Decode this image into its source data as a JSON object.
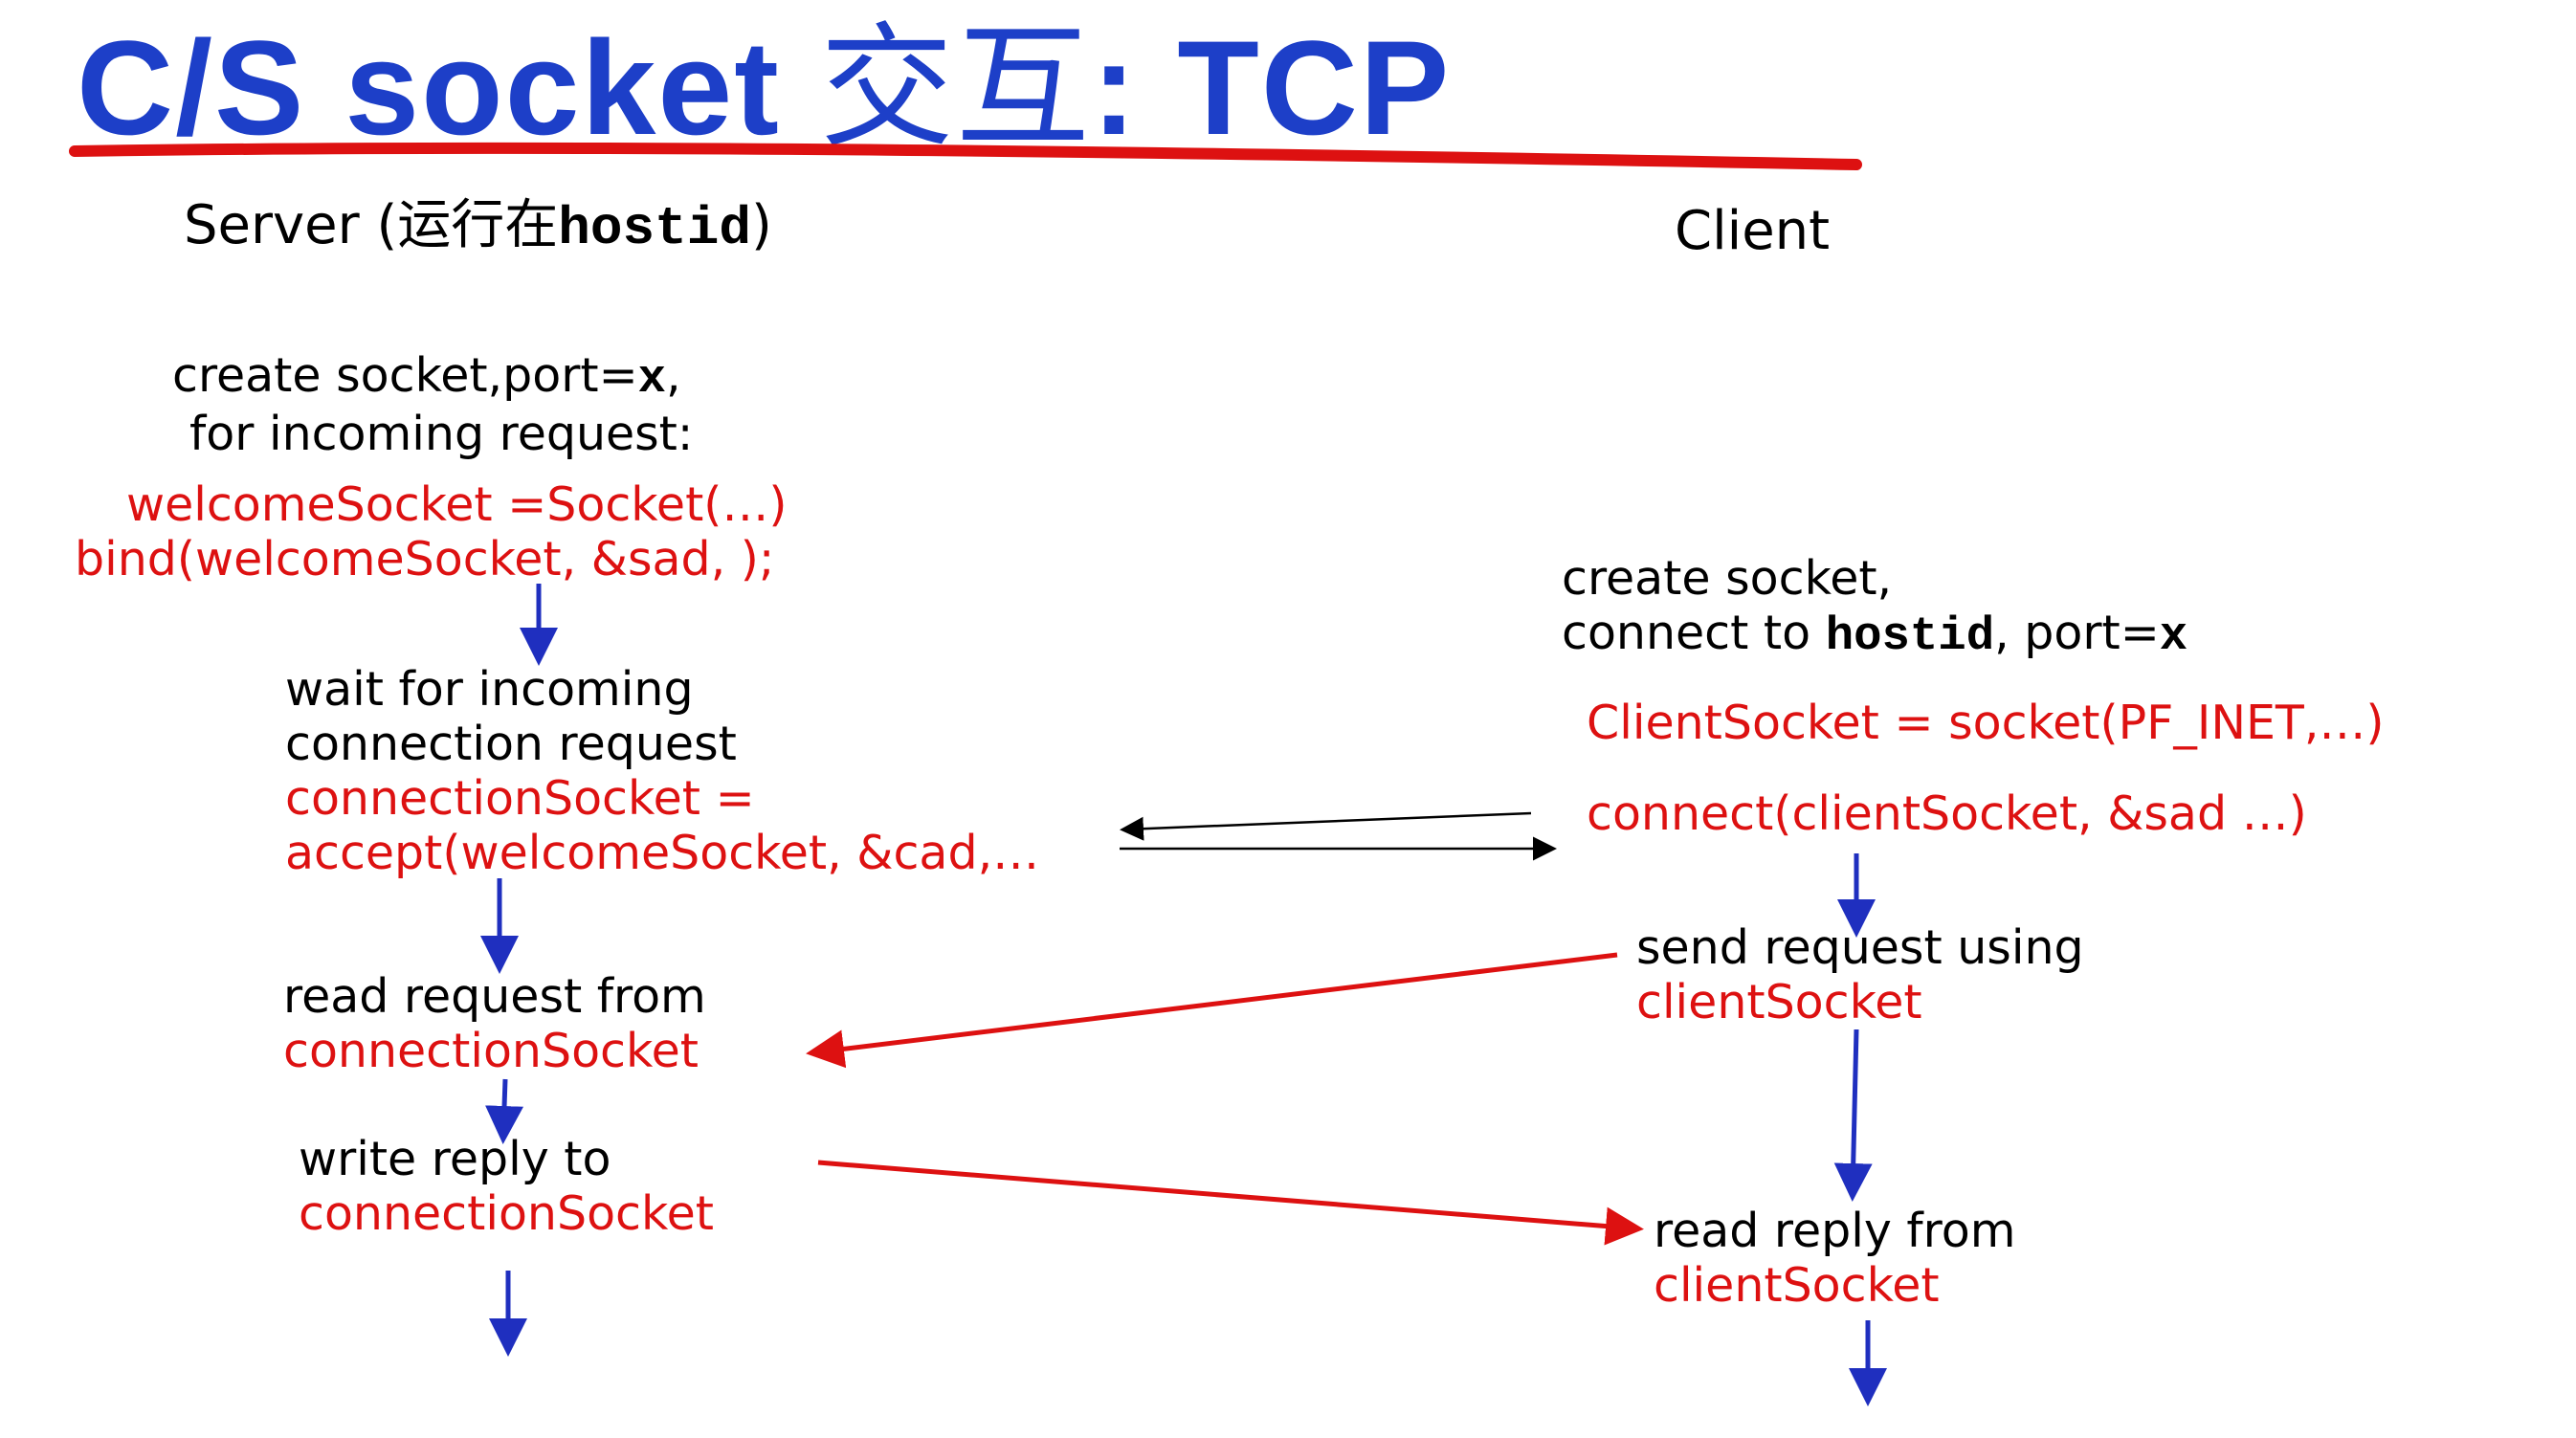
{
  "title": {
    "main": "C/S  socket ",
    "cn": "交互",
    "tail": ": TCP"
  },
  "colors": {
    "title_blue": "#1d3fc8",
    "underline_red": "#dd1111",
    "code_red": "#dd1111",
    "arrow_blue": "#1f2fbf",
    "arrow_red": "#dd1111",
    "text_black": "#000000"
  },
  "server": {
    "header_prefix": "Server (",
    "header_cn": "运行在",
    "header_host": "hostid",
    "header_suffix": ")",
    "step1": {
      "line1_prefix": "create socket,port=",
      "line1_var": "x",
      "line1_suffix": ",",
      "line2": "for incoming request:"
    },
    "code1": {
      "line1": "welcomeSocket =Socket(…)",
      "line2": "bind(welcomeSocket, &sad, );"
    },
    "step2": {
      "line1": "wait for incoming",
      "line2": "connection request",
      "code1": "connectionSocket =",
      "code2": "accept(welcomeSocket, &cad,…"
    },
    "step3": {
      "line1": "read request from",
      "code": "connectionSocket"
    },
    "step4": {
      "line1": "write reply to",
      "code": "connectionSocket"
    }
  },
  "client": {
    "header": "Client",
    "step1": {
      "line1": "create socket,",
      "line2_prefix": "connect to ",
      "line2_host": "hostid",
      "line2_mid": ", port=",
      "line2_var": "x"
    },
    "code1": "ClientSocket = socket(PF_INET,…)",
    "code2": "connect(clientSocket, &sad …)",
    "step2": {
      "line1": "send request using",
      "code": "clientSocket"
    },
    "step3": {
      "line1": "read reply from",
      "code": "clientSocket"
    }
  }
}
